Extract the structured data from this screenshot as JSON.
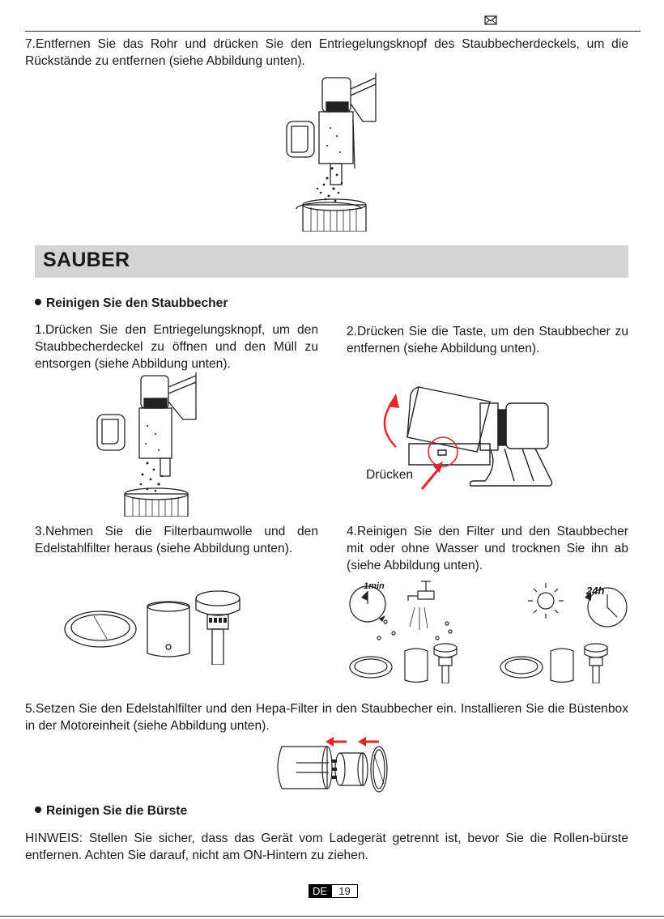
{
  "header": {
    "icon": "mail-icon"
  },
  "step7": "7.Entfernen Sie das Rohr und drücken Sie den Entriegelungsknopf des Staubbecherdeckels, um die Rückstände zu entfernen (siehe Abbildung unten).",
  "section_title": "SAUBER",
  "clean_cup": {
    "heading": "Reinigen Sie den Staubbecher",
    "step1": "1.Drücken Sie den Entriegelungsknopf, um den Staubbecherdeckel zu öffnen und den Müll zu entsorgen (siehe Abbildung unten).",
    "step2": "2.Drücken Sie die Taste, um den Staubbecher zu entfernen (siehe Abbildung unten).",
    "press_label": "Drücken",
    "step3": "3.Nehmen Sie die Filterbaumwolle und den Edelstahlfilter heraus (siehe Abbildung unten).",
    "step4": "4.Reinigen Sie den Filter und den Staubbecher mit oder ohne Wasser und trocknen Sie ihn ab (siehe Abbildung unten).",
    "timer1": "1min",
    "timer2": "24h",
    "step5": "5.Setzen Sie den Edelstahlfilter und den Hepa-Filter in den Staubbecher ein. Installieren Sie die Büstenbox in der Motoreinheit (siehe Abbildung unten)."
  },
  "clean_brush": {
    "heading": "Reinigen Sie die Bürste",
    "note": "HINWEIS: Stellen Sie sicher, dass das Gerät vom Ladegerät getrennt ist, bevor Sie die Rollen-bürste entfernen. Achten Sie darauf, nicht am ON-Hintern zu ziehen."
  },
  "footer": {
    "lang": "DE",
    "page": "19"
  },
  "colors": {
    "accent": "#e3262b",
    "banner": "#d4d4d4"
  }
}
